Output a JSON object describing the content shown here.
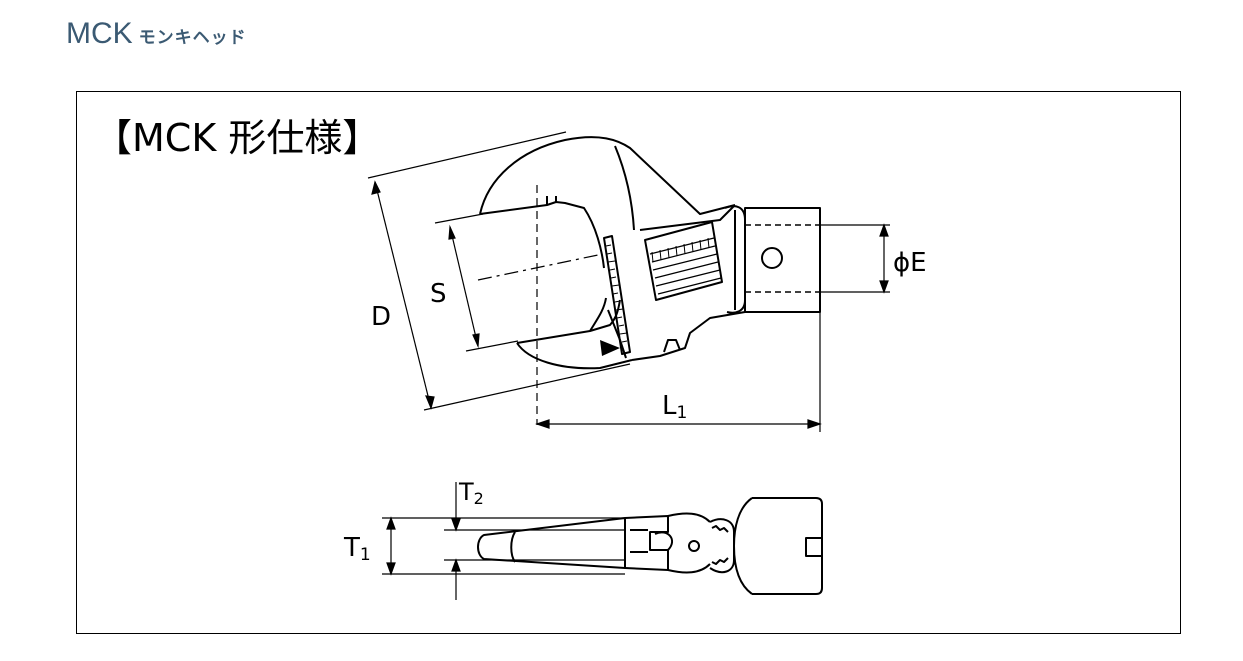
{
  "title": {
    "main": "MCK",
    "sub": "モンキヘッド"
  },
  "diagram": {
    "heading": "【MCK 形仕様】",
    "labels": {
      "D": "D",
      "S": "S",
      "L1_letter": "L",
      "L1_sub": "1",
      "E": "ϕE",
      "T1_letter": "T",
      "T1_sub": "1",
      "T2_letter": "T",
      "T2_sub": "2"
    }
  }
}
